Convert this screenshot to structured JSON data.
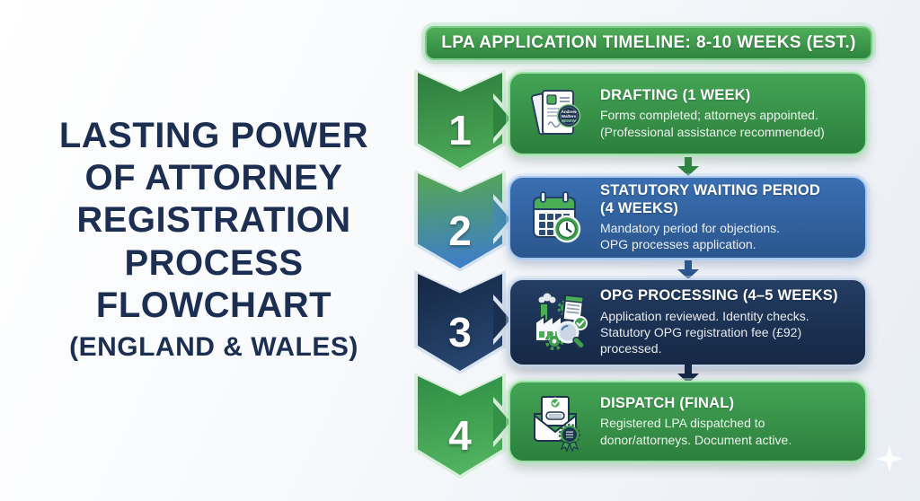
{
  "left_panel": {
    "title_lines": [
      "LASTING POWER",
      "OF ATTORNEY",
      "REGISTRATION",
      "PROCESS",
      "FLOWCHART"
    ],
    "subtitle": "(ENGLAND & WALES)"
  },
  "timeline_banner": {
    "label": "LPA APPLICATION TIMELINE: 8-10 WEEKS (EST.)"
  },
  "steps": [
    {
      "number": "1",
      "title": "DRAFTING (1 WEEK)",
      "body_lines": [
        "Forms completed; attorneys appointed.",
        "(Professional assistance recommended)"
      ],
      "icon": "lpa-forms-documents-icon",
      "seal_text": [
        "Andrew",
        "Walters",
        "MSWW"
      ],
      "theme": "green"
    },
    {
      "number": "2",
      "title": [
        "STATUTORY WAITING PERIOD",
        "(4 WEEKS)"
      ],
      "body_lines": [
        "Mandatory period for objections.",
        "OPG processes application."
      ],
      "icon": "calendar-clock-icon",
      "theme": "blue"
    },
    {
      "number": "3",
      "title": "OPG PROCESSING (4–5 WEEKS)",
      "body_lines": [
        "Application reviewed. Identity checks.",
        "Statutory OPG registration fee (£92)",
        "processed."
      ],
      "icon": "factory-review-icon",
      "theme": "navy"
    },
    {
      "number": "4",
      "title": "DISPATCH (FINAL)",
      "body_lines": [
        "Registered LPA dispatched to",
        "donor/attorneys. Document active."
      ],
      "icon": "envelope-seal-icon",
      "theme": "green"
    }
  ],
  "colors": {
    "title_text": "#1c2e52",
    "banner_green": "#3f9e50",
    "step_green": "#358f46",
    "step_blue": "#30609c",
    "step_navy": "#1a3050",
    "badge_gradient_step2": [
      "#57a751",
      "#3f7fc4"
    ],
    "connector_green": "#2e8540",
    "connector_blue": "#2b568e",
    "connector_navy": "#152845",
    "glow_light_green": "#d8efdc"
  }
}
